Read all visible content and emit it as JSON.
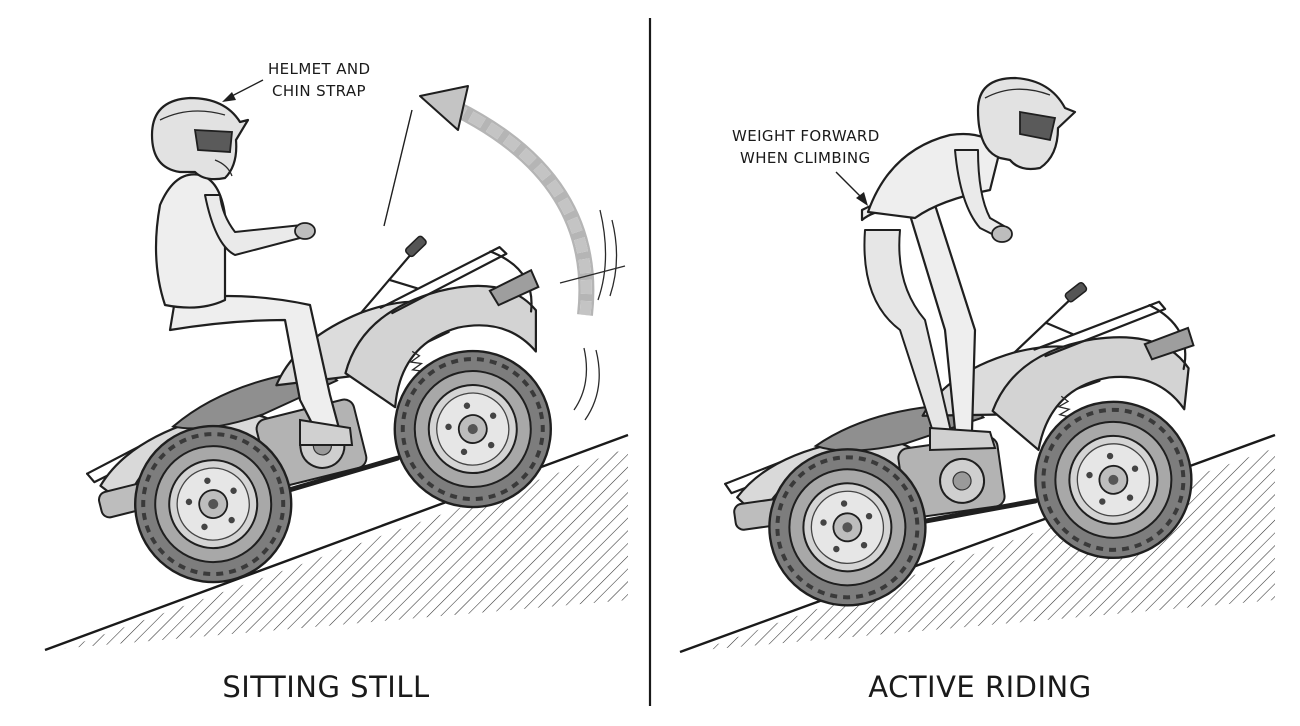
{
  "panels": [
    {
      "caption": "SITTING STILL",
      "callout": {
        "line1": "HELMET AND",
        "line2": "CHIN STRAP"
      }
    },
    {
      "caption": "ACTIVE RIDING",
      "callout": {
        "line1": "WEIGHT FORWARD",
        "line2": "WHEN CLIMBING"
      }
    }
  ],
  "colors": {
    "ink": "#1f1f1f",
    "body_fill": "#d9d9d9",
    "tire_fill": "#8a8a8a",
    "rider_fill": "#eeeeee",
    "arrow_fill": "#c4c4c4"
  },
  "icons": [
    "helmet-icon",
    "rotation-arrow-icon",
    "atv-icon",
    "rider-icon"
  ]
}
